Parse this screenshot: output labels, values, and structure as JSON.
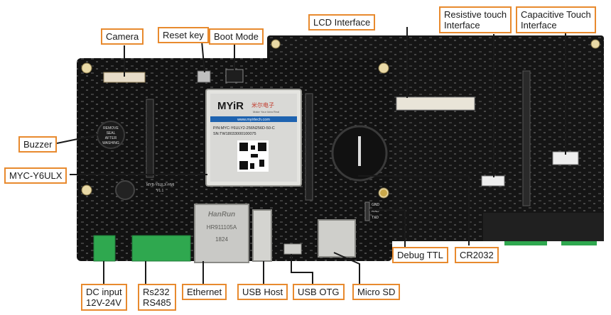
{
  "labels": {
    "camera": "Camera",
    "reset_key": "Reset key",
    "boot_mode": "Boot Mode",
    "lcd_interface": "LCD Interface",
    "resistive_touch": [
      "Resistive touch",
      "Interface"
    ],
    "capacitive_touch": [
      "Capacitive Touch",
      "Interface"
    ],
    "buzzer": "Buzzer",
    "som": "MYC-Y6ULX",
    "debug_ttl": "Debug TTL",
    "cr2032": "CR2032",
    "dc_input": [
      "DC input",
      "12V-24V"
    ],
    "rs232_rs485": [
      "Rs232",
      "RS485"
    ],
    "ethernet": "Ethernet",
    "usb_host": "USB Host",
    "usb_otg": "USB OTG",
    "micro_sd": "Micro SD"
  },
  "board": {
    "module_brand": "MYiR",
    "module_brand_cn": "米尔电子",
    "module_slogan": "Make Your Idea Real",
    "module_url": "www.myirtech.com",
    "module_pn": "P/N:MYC-Y6ULY2-256N256D-50-C",
    "module_sn": "SN:TW18033000100075",
    "ethernet_brand": "HanRun",
    "ethernet_model": "HR911105A",
    "ethernet_date": "1824",
    "board_name": "MYB-Y6ULX-HMI",
    "board_version": "V1.1",
    "buzzer_sticker": [
      "REMOVE",
      "SEAL",
      "AFTER",
      "WASHING"
    ],
    "uart_pins": [
      "GND",
      "RXD",
      "TXD"
    ]
  },
  "colors": {
    "callout_border": "#e88a2e",
    "leader_line": "#1a1a1a",
    "pcb": "#141414",
    "terminal_green": "#2fa84f",
    "module_silver": "#d9d9d6"
  }
}
